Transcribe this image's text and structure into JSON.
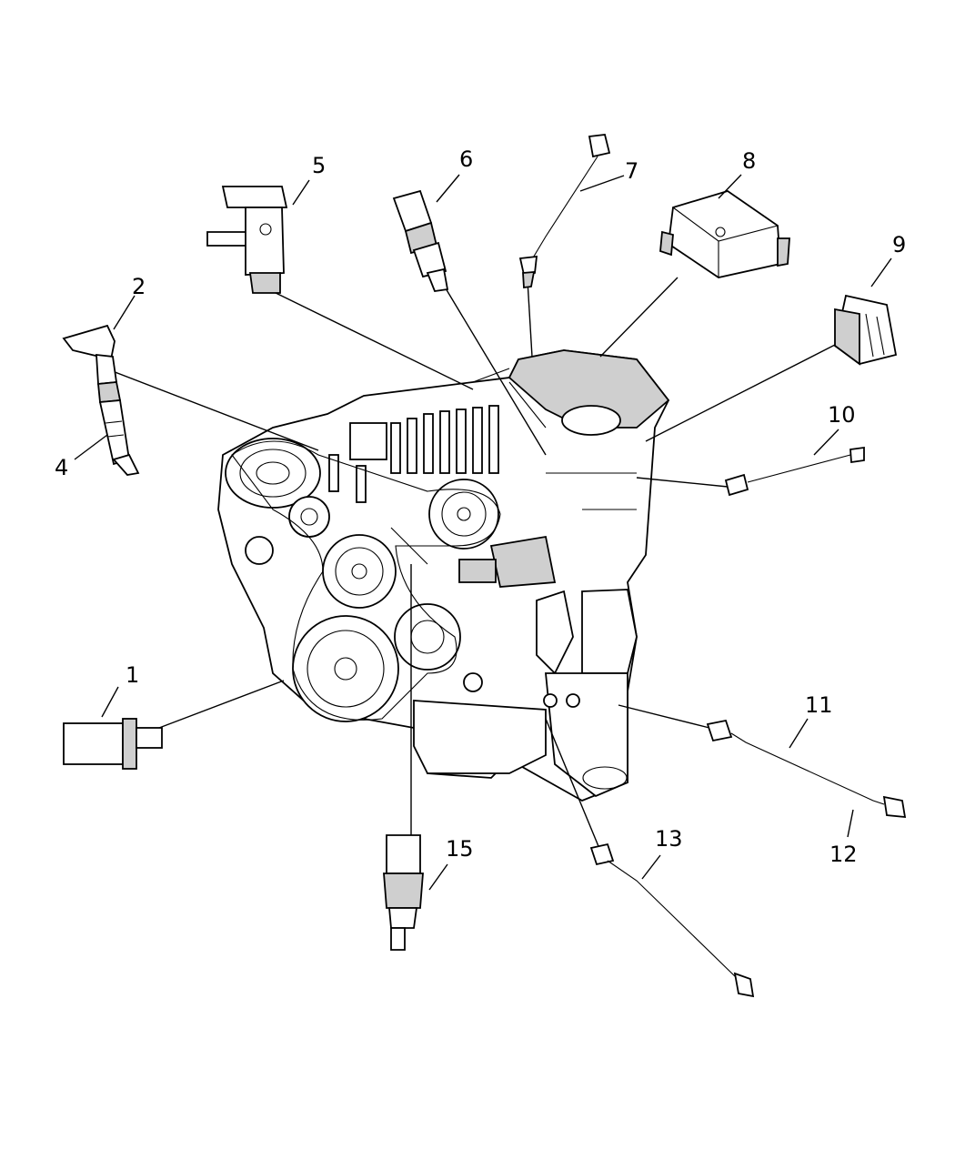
{
  "callouts": [
    {
      "id": "1",
      "label": "1"
    },
    {
      "id": "2",
      "label": "2"
    },
    {
      "id": "4",
      "label": "4"
    },
    {
      "id": "5",
      "label": "5"
    },
    {
      "id": "6",
      "label": "6"
    },
    {
      "id": "7",
      "label": "7"
    },
    {
      "id": "8",
      "label": "8"
    },
    {
      "id": "9",
      "label": "9"
    },
    {
      "id": "10",
      "label": "10"
    },
    {
      "id": "11",
      "label": "11"
    },
    {
      "id": "12",
      "label": "12"
    },
    {
      "id": "13",
      "label": "13"
    },
    {
      "id": "15",
      "label": "15"
    }
  ],
  "colors": {
    "ink": "#000000",
    "background": "#ffffff",
    "shade": "#cfcfcf"
  }
}
